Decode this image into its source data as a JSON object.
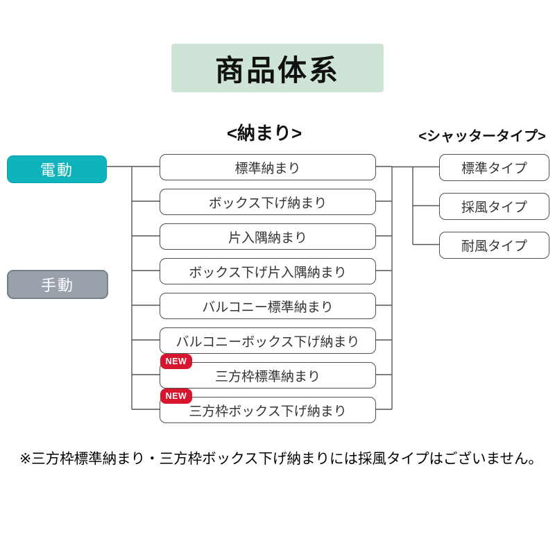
{
  "title": "商品体系",
  "column_headers": {
    "osamari": "<納まり>",
    "shutter_type": "<シャッタータイプ>"
  },
  "drive": {
    "electric": {
      "label": "電動"
    },
    "manual": {
      "label": "手動"
    }
  },
  "osamari_items": [
    {
      "label": "標準納まり",
      "new": false
    },
    {
      "label": "ボックス下げ納まり",
      "new": false
    },
    {
      "label": "片入隅納まり",
      "new": false
    },
    {
      "label": "ボックス下げ片入隅納まり",
      "new": false
    },
    {
      "label": "バルコニー標準納まり",
      "new": false
    },
    {
      "label": "バルコニーボックス下げ納まり",
      "new": false
    },
    {
      "label": "三方枠標準納まり",
      "new": true
    },
    {
      "label": "三方枠ボックス下げ納まり",
      "new": true
    }
  ],
  "new_badge_label": "NEW",
  "shutter_types": [
    {
      "label": "標準タイプ"
    },
    {
      "label": "採風タイプ"
    },
    {
      "label": "耐風タイプ"
    }
  ],
  "note": "※三方枠標準納まり・三方枠ボックス下げ納まりには採風タイプはございません。",
  "colors": {
    "accent_teal": "#0fb3bb",
    "accent_teal_border": "#0aa2aa",
    "manual_gray": "#99a2ab",
    "manual_gray_border": "#77818b",
    "title_bg": "#cde4d6",
    "badge_red": "#d8152f",
    "line_gray": "#555555",
    "box_border": "#4f4f4f"
  }
}
